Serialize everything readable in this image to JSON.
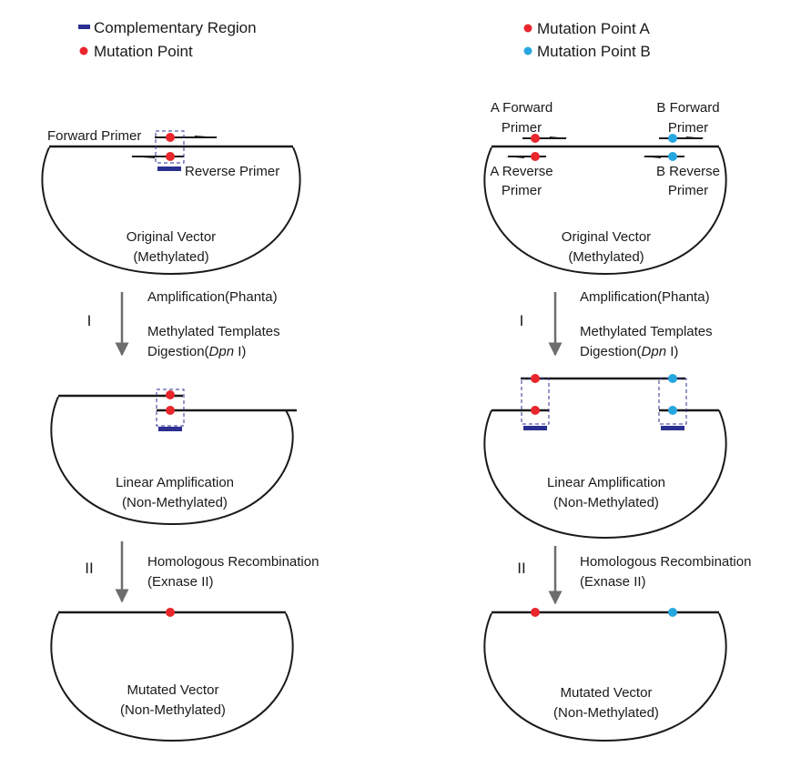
{
  "colors": {
    "complementary": "#2b2f8f",
    "mutation_a": "#e8262c",
    "mutation_b": "#27a7e0",
    "line": "#1a1a1a",
    "arrow": "#6d6d6d"
  },
  "left": {
    "legend": {
      "complementary": "Complementary Region",
      "mutation": "Mutation Point"
    },
    "original": {
      "forward_primer": "Forward Primer",
      "reverse_primer": "Reverse Primer",
      "title": "Original Vector",
      "subtitle": "(Methylated)"
    },
    "step1": {
      "numeral": "I",
      "line1": "Amplification(Phanta)",
      "line2": "Methylated Templates",
      "line3_prefix": "Digestion(",
      "line3_italic": "Dpn",
      "line3_suffix": " I)"
    },
    "linear": {
      "title": "Linear Amplification",
      "subtitle": "(Non-Methylated)"
    },
    "step2": {
      "numeral": "II",
      "line1": "Homologous Recombination",
      "line2": "(Exnase II)"
    },
    "mutated": {
      "title": "Mutated Vector",
      "subtitle": "(Non-Methylated)"
    }
  },
  "right": {
    "legend": {
      "mutation_a": "Mutation Point A",
      "mutation_b": "Mutation Point B"
    },
    "original": {
      "a_forward_1": "A Forward",
      "a_forward_2": "Primer",
      "b_forward_1": "B Forward",
      "b_forward_2": "Primer",
      "a_reverse_1": "A Reverse",
      "a_reverse_2": "Primer",
      "b_reverse_1": "B Reverse",
      "b_reverse_2": "Primer",
      "title": "Original Vector",
      "subtitle": "(Methylated)"
    },
    "step1": {
      "numeral": "I",
      "line1": "Amplification(Phanta)",
      "line2": "Methylated Templates",
      "line3_prefix": "Digestion(",
      "line3_italic": "Dpn",
      "line3_suffix": " I)"
    },
    "linear": {
      "title": "Linear Amplification",
      "subtitle": "(Non-Methylated)"
    },
    "step2": {
      "numeral": "II",
      "line1": "Homologous Recombination",
      "line2": "(Exnase II)"
    },
    "mutated": {
      "title": "Mutated Vector",
      "subtitle": "(Non-Methylated)"
    }
  }
}
